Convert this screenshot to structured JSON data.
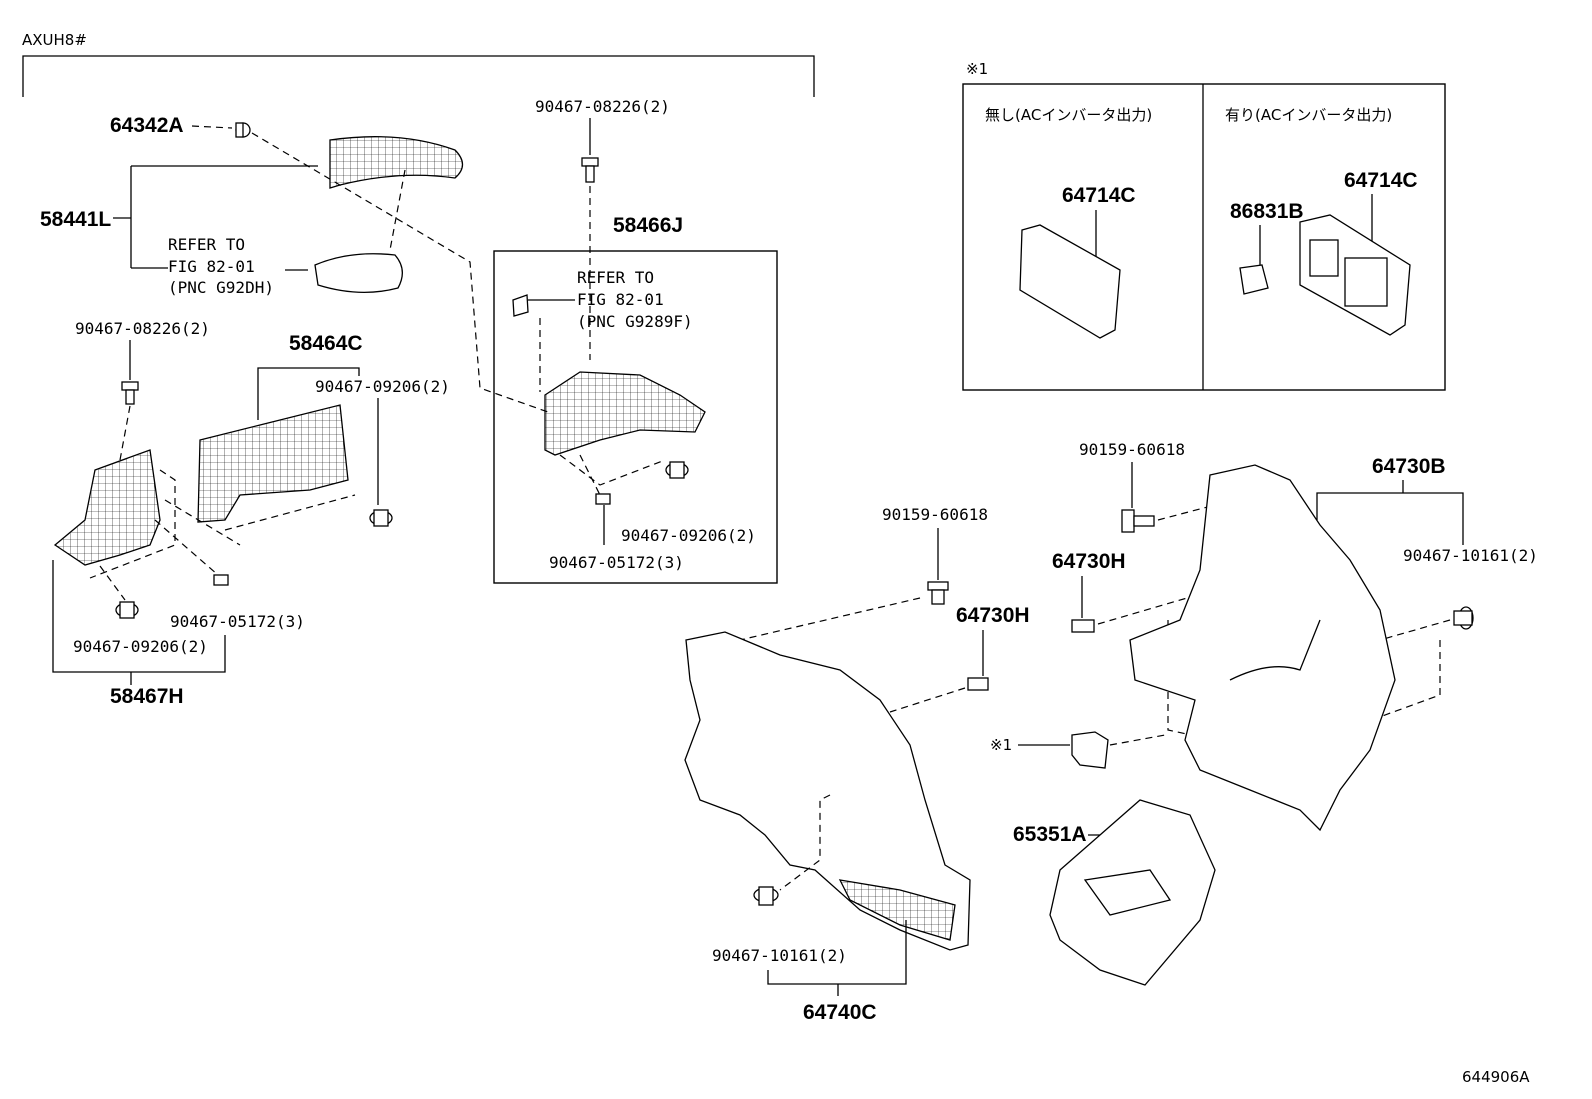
{
  "header": {
    "model_code": "AXUH8#",
    "figure_id": "644906A"
  },
  "inset": {
    "marker": "※1",
    "left_title": "無し(ACインバータ出力)",
    "right_title": "有り(ACインバータ出力)",
    "left_parts": [
      "64714C"
    ],
    "right_parts": [
      "86831B",
      "64714C"
    ]
  },
  "labels": {
    "p64342A": "64342A",
    "p58441L": "58441L",
    "ref1_a": "REFER TO",
    "ref1_b": "FIG 82-01",
    "ref1_c": "(PNC G92DH)",
    "c_08226_a": "90467-08226(2)",
    "c_08226_b": "90467-08226(2)",
    "p58464C": "58464C",
    "c_09206_a": "90467-09206(2)",
    "c_09206_b": "90467-09206(2)",
    "c_09206_c": "90467-09206(2)",
    "c_05172_a": "90467-05172(3)",
    "c_05172_b": "90467-05172(3)",
    "p58467H": "58467H",
    "p58466J": "58466J",
    "ref2_a": "REFER TO",
    "ref2_b": "FIG 82-01",
    "ref2_c": "(PNC G9289F)",
    "b_60618_a": "90159-60618",
    "b_60618_b": "90159-60618",
    "p64730H_a": "64730H",
    "p64730H_b": "64730H",
    "p64730B": "64730B",
    "c_10161_a": "90467-10161(2)",
    "c_10161_b": "90467-10161(2)",
    "marker_ref": "※1",
    "p65351A": "65351A",
    "p64740C": "64740C"
  }
}
